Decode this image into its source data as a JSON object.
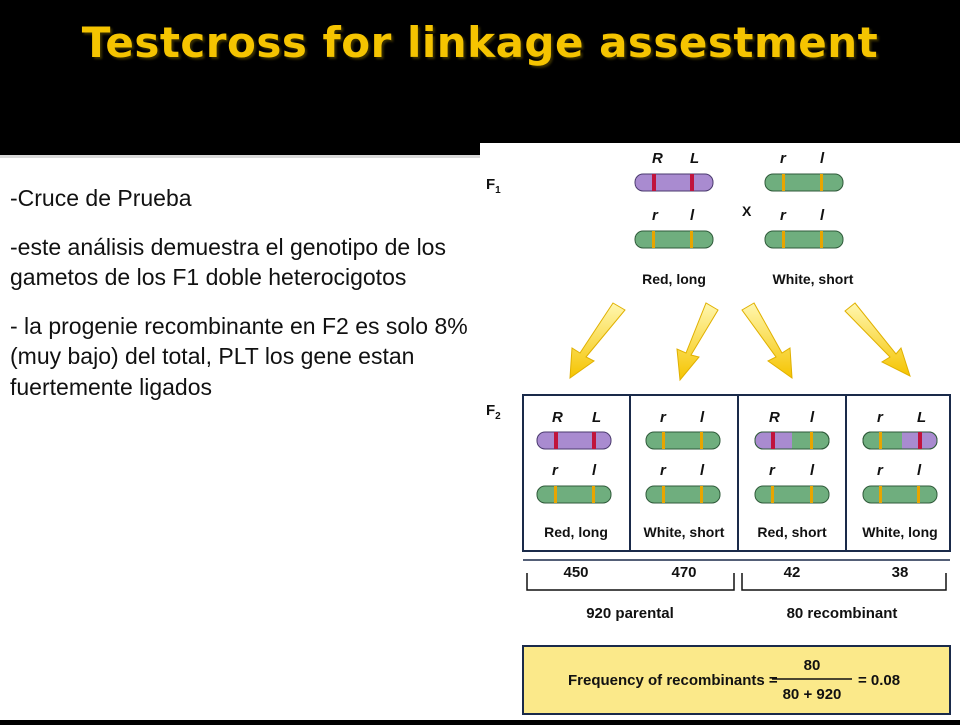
{
  "slide": {
    "title": "Testcross for linkage assestment",
    "bullets": [
      "-Cruce de Prueba",
      "-este análisis demuestra el genotipo de los gametos de los F1 doble heterocigotos",
      "- la progenie recombinante en F2 es solo 8% (muy bajo) del total, PLT los gene estan fuertemente ligados"
    ]
  },
  "figure": {
    "gen_f1": "F",
    "gen_f1_sub": "1",
    "gen_f2": "F",
    "gen_f2_sub": "2",
    "cross_symbol": "X",
    "parent1": {
      "allele_top": [
        "R",
        "L"
      ],
      "allele_bottom": [
        "r",
        "l"
      ],
      "label": "Red, long"
    },
    "parent2": {
      "allele_top": [
        "r",
        "l"
      ],
      "allele_bottom": [
        "r",
        "l"
      ],
      "label": "White, short"
    },
    "progeny": [
      {
        "allele_top": [
          "R",
          "L"
        ],
        "allele_bottom": [
          "r",
          "l"
        ],
        "label": "Red, long",
        "count": "450"
      },
      {
        "allele_top": [
          "r",
          "l"
        ],
        "allele_bottom": [
          "r",
          "l"
        ],
        "label": "White, short",
        "count": "470"
      },
      {
        "allele_top": [
          "R",
          "l"
        ],
        "allele_bottom": [
          "r",
          "l"
        ],
        "label": "Red, short",
        "count": "42"
      },
      {
        "allele_top": [
          "r",
          "L"
        ],
        "allele_bottom": [
          "r",
          "l"
        ],
        "label": "White, long",
        "count": "38"
      }
    ],
    "parental_label": "920 parental",
    "recombinant_label": "80 recombinant",
    "formula": {
      "lhs": "Frequency of recombinants =",
      "numerator": "80",
      "denominator": "80 + 920",
      "result": "= 0.08"
    },
    "colors": {
      "purple": "#a98bd0",
      "green": "#6fae7e",
      "red_band": "#c0143c",
      "yellow_band": "#e8a500",
      "arrow": "#f7d21a",
      "formula_bg": "#fbe98a"
    }
  }
}
